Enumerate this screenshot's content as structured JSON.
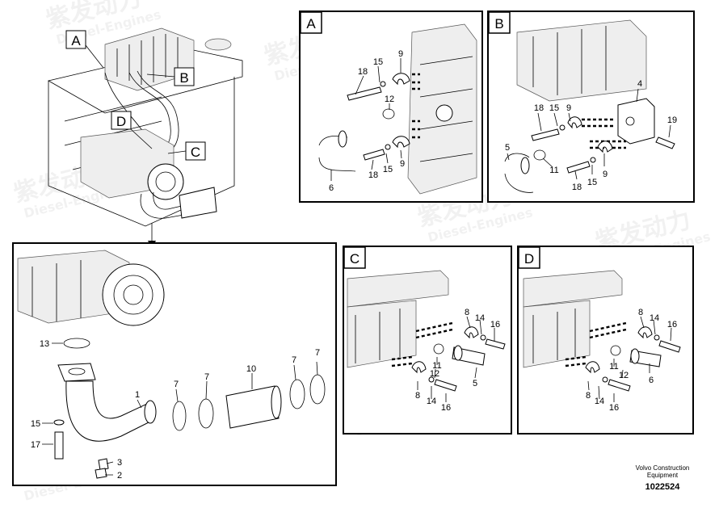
{
  "watermark": {
    "cn": "紫发动力",
    "en": "Diesel-Engines"
  },
  "overview_tags": [
    "A",
    "B",
    "C",
    "D"
  ],
  "panel_tags": {
    "a": "A",
    "b": "B",
    "c": "C",
    "d": "D"
  },
  "callouts": {
    "main": [
      "13",
      "1",
      "7",
      "7",
      "10",
      "7",
      "7",
      "15",
      "17",
      "3",
      "2"
    ],
    "panel_a": [
      "18",
      "15",
      "9",
      "12",
      "18",
      "15",
      "9",
      "6"
    ],
    "panel_b": [
      "18",
      "15",
      "9",
      "4",
      "19",
      "5",
      "11",
      "18",
      "15",
      "9"
    ],
    "panel_c": [
      "8",
      "14",
      "16",
      "11",
      "12",
      "5",
      "8",
      "14",
      "16"
    ],
    "panel_d": [
      "8",
      "14",
      "16",
      "11",
      "12",
      "6",
      "8",
      "14",
      "16"
    ]
  },
  "footer": {
    "brand_line1": "Volvo Construction",
    "brand_line2": "Equipment",
    "drawing_number": "1022524"
  }
}
